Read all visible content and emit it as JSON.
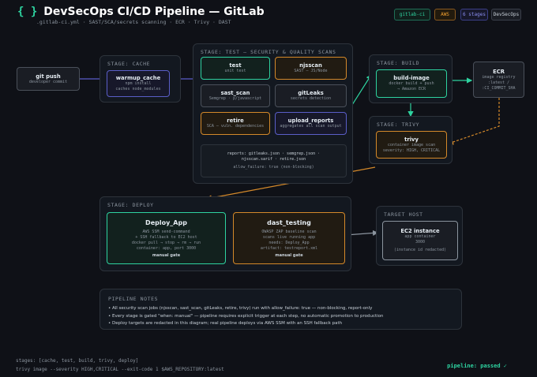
{
  "header": {
    "brace": "{ }",
    "title": "DevSecOps CI/CD Pipeline — GitLab",
    "subtitle": ".gitlab-ci.yml · SAST/SCA/secrets scanning · ECR · Trivy · DAST",
    "badges": [
      "gitlab-ci",
      "AWS",
      "6 stages",
      "DevSecOps"
    ]
  },
  "git_push": {
    "title": "git push",
    "sub": "developer commit"
  },
  "cache": {
    "label": "STAGE: CACHE",
    "node": {
      "title": "warmup_cache",
      "sub1": "npm install",
      "sub2": "caches node_modules"
    }
  },
  "test": {
    "label": "STAGE: TEST — SECURITY & QUALITY SCANS",
    "jobs": [
      {
        "title": "test",
        "sub": "unit test"
      },
      {
        "title": "njsscan",
        "sub": "SAST — JS/Node"
      },
      {
        "title": "sast_scan",
        "sub": "Semgrep · p/javascript"
      },
      {
        "title": "gitLeaks",
        "sub": "secrets detection"
      },
      {
        "title": "retire",
        "sub": "SCA — vuln. dependencies"
      },
      {
        "title": "upload_reports",
        "sub": "aggregates all scan output"
      }
    ],
    "reports_line1": "reports: gitleaks.json · semgrep.json ·",
    "reports_line2": "njsscan.sarif · retire.json",
    "allow_failure": "allow_failure: true (non-blocking)"
  },
  "build": {
    "label": "STAGE: BUILD",
    "node": {
      "title": "build-image",
      "sub1": "docker build + push",
      "sub2": "→ Amazon ECR"
    }
  },
  "ecr": {
    "title": "ECR",
    "sub1": "image registry",
    "sub2": ":latest /",
    "sub3": ":CI_COMMIT_SHA"
  },
  "trivy": {
    "label": "STAGE: TRIVY",
    "node": {
      "title": "trivy",
      "sub1": "container image scan",
      "sub2": "severity: HIGH, CRITICAL"
    }
  },
  "deploy": {
    "label": "STAGE: DEPLOY",
    "deploy_app": {
      "title": "Deploy_App",
      "lines": [
        "AWS SSM send-command",
        "+ SSH fallback to EC2 host",
        "docker pull → stop → rm → run",
        "container: app, port 3000"
      ],
      "gate": "manual gate"
    },
    "dast": {
      "title": "dast_testing",
      "lines": [
        "OWASP ZAP baseline scan",
        "scans live running app",
        "needs: Deploy_App",
        "artifact: testreport.xml"
      ],
      "gate": "manual gate"
    }
  },
  "target": {
    "label": "TARGET HOST",
    "node": {
      "title": "EC2 instance",
      "sub1": "app container",
      "sub2": "3000",
      "sub3": "(instance id redacted)"
    }
  },
  "notes": {
    "heading": "PIPELINE NOTES",
    "items": [
      "• All security scan jobs (njsscan, sast_scan, gitLeaks, retire, trivy) run with allow_failure: true — non-blocking, report-only",
      "• Every stage is gated \"when: manual\" — pipeline requires explicit trigger at each step, no automatic promotion to production",
      "• Deploy targets are redacted in this diagram; real pipeline deploys via AWS SSM with an SSH fallback path"
    ]
  },
  "footer": {
    "line1": "stages: [cache, test, build, trivy, deploy]",
    "line2": "trivy image --severity HIGH,CRITICAL --exit-code 1 $AWS_REPOSITORY:latest",
    "status": "pipeline: passed ✓"
  },
  "colors": {
    "teal": "#2ed3a0",
    "orange": "#d4892a",
    "purple": "#5a5ec8",
    "background": "#0f1117"
  }
}
